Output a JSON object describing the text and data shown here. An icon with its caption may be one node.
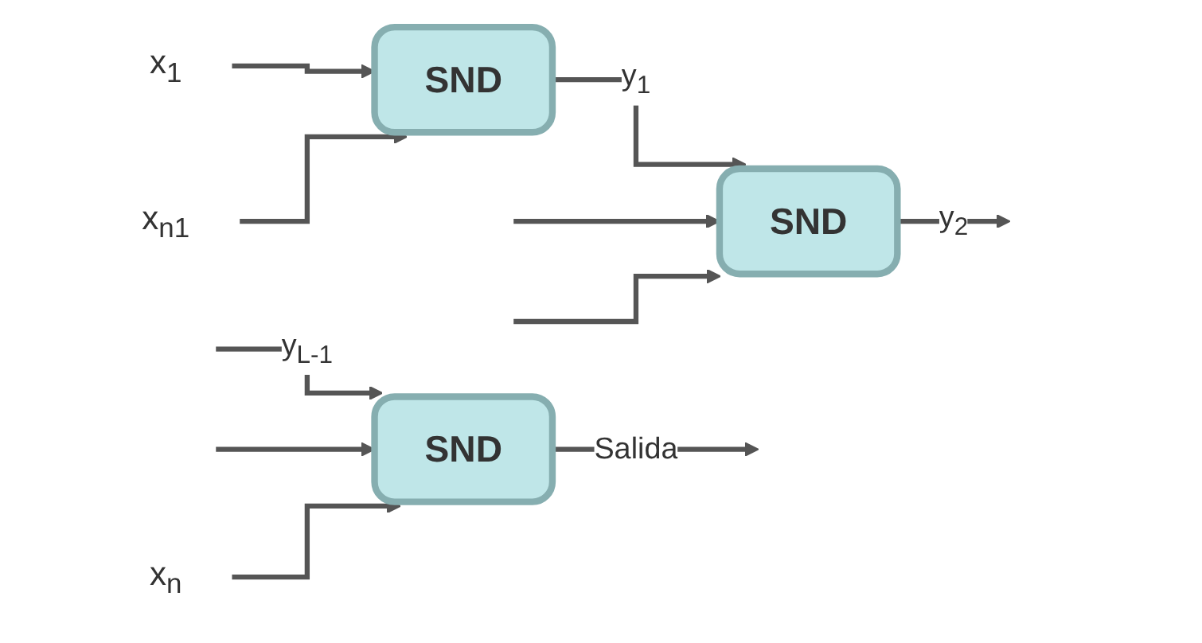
{
  "diagram": {
    "nodes": [
      {
        "text": [
          "x$_{1}$"
        ]
      },
      {
        "text": [
          "SND"
        ]
      },
      {
        "text": [
          "x$_{n1}$"
        ]
      },
      {
        "text": [
          "SND"
        ]
      },
      {
        "text": [
          "SND"
        ]
      },
      {
        "text": [
          "x$_{n}$"
        ]
      }
    ],
    "edges": [
      {
        "from": 0,
        "to": 1,
        "arrow": "to"
      },
      {
        "from": 2,
        "to": 1,
        "arrow": "to"
      },
      {
        "from": 1,
        "to": 3,
        "arrow": "to",
        "label": "y$_{1}$"
      },
      {
        "from": null,
        "to": 3,
        "arrow": "to"
      },
      {
        "from": null,
        "to": 3,
        "arrow": "to"
      },
      {
        "from": 3,
        "to": null,
        "arrow": "to",
        "label": "y$_{2}$"
      },
      {
        "from": null,
        "to": 4,
        "arrow": "to",
        "label": "y$_{L-1}$"
      },
      {
        "from": null,
        "to": 4,
        "arrow": "to"
      },
      {
        "from": 5,
        "to": 4,
        "arrow": "to"
      },
      {
        "from": 4,
        "to": null,
        "arrow": "to",
        "label": "Salida"
      }
    ]
  }
}
